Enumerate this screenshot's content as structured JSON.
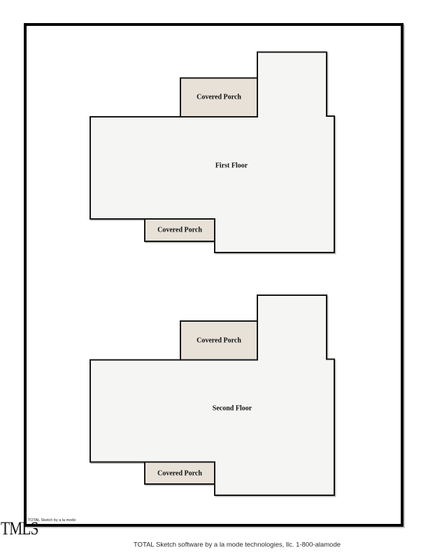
{
  "page": {
    "watermark": "TMLS",
    "sketch_credit": "TOTAL Sketch by a la mode",
    "footer": "TOTAL Sketch software by a la mode technologies, llc. 1-800-alamode"
  },
  "floors": [
    {
      "label": "First Floor",
      "porches": [
        {
          "label": "Covered Porch",
          "position": "top"
        },
        {
          "label": "Covered Porch",
          "position": "bottom-left"
        }
      ]
    },
    {
      "label": "Second Floor",
      "porches": [
        {
          "label": "Covered Porch",
          "position": "top"
        },
        {
          "label": "Covered Porch",
          "position": "bottom-left"
        }
      ]
    }
  ],
  "colors": {
    "floor_fill": "#f5f5f3",
    "porch_fill": "#e7e1d8",
    "outline": "#141414"
  }
}
